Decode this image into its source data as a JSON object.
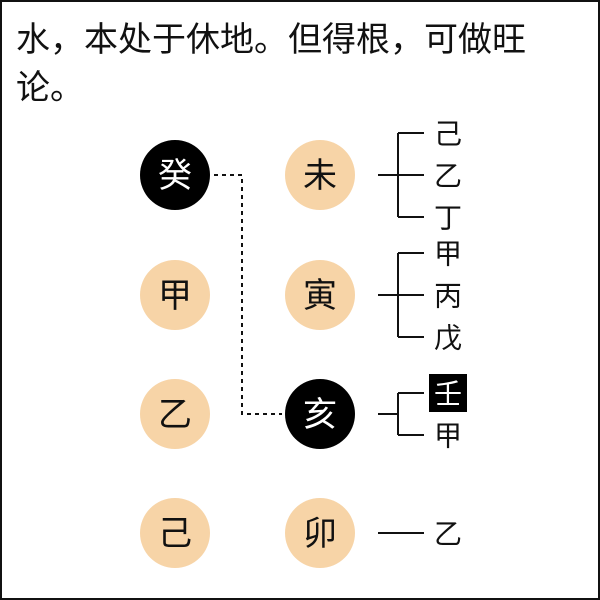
{
  "caption": "水，本处于休地。但得根，可做旺论。",
  "colors": {
    "light_fill": "#f7d4a7",
    "dark_fill": "#000000",
    "light_text": "#111111",
    "dark_text": "#ffffff",
    "line": "#111111"
  },
  "stems": [
    {
      "char": "癸",
      "dark": true
    },
    {
      "char": "甲",
      "dark": false
    },
    {
      "char": "乙",
      "dark": false
    },
    {
      "char": "己",
      "dark": false
    }
  ],
  "branches": [
    {
      "char": "未",
      "dark": false,
      "hidden": [
        {
          "char": "己",
          "highlight": false
        },
        {
          "char": "乙",
          "highlight": false
        },
        {
          "char": "丁",
          "highlight": false
        }
      ]
    },
    {
      "char": "寅",
      "dark": false,
      "hidden": [
        {
          "char": "甲",
          "highlight": false
        },
        {
          "char": "丙",
          "highlight": false
        },
        {
          "char": "戊",
          "highlight": false
        }
      ]
    },
    {
      "char": "亥",
      "dark": true,
      "hidden": [
        {
          "char": "壬",
          "highlight": true
        },
        {
          "char": "甲",
          "highlight": false
        }
      ]
    },
    {
      "char": "卯",
      "dark": false,
      "hidden": [
        {
          "char": "乙",
          "highlight": false
        }
      ]
    }
  ]
}
